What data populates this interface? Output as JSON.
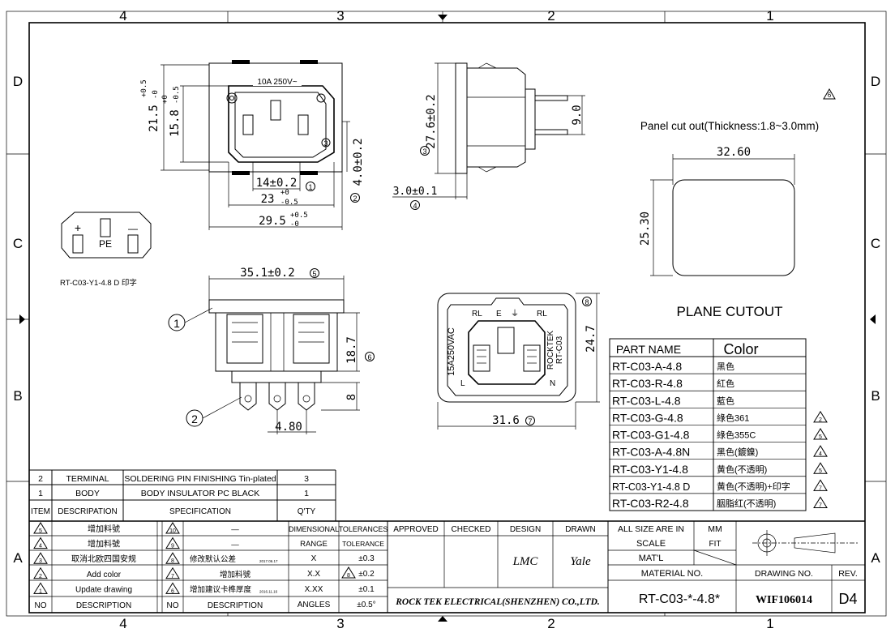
{
  "frame": {
    "top_cols": [
      "4",
      "3",
      "2",
      "1"
    ],
    "bottom_cols": [
      "4",
      "3",
      "2",
      "1"
    ],
    "left_rows": [
      "D",
      "C",
      "B",
      "A"
    ],
    "right_rows": [
      "D",
      "C",
      "B",
      "A"
    ]
  },
  "front_view": {
    "rating": "10A 250V~",
    "dims": {
      "h_outer": "21.5",
      "h_outer_tol_top": "+0.5",
      "h_outer_tol_bot": "-0",
      "h_inner": "15.8",
      "h_inner_tol_top": "+0",
      "h_inner_tol_bot": "-0.5",
      "depth": "4.0±0.2",
      "w_14": "14±0.2",
      "w_23": "23",
      "w_23_tol_top": "+0",
      "w_23_tol_bot": "-0.5",
      "w_29": "29.5",
      "w_29_tol_top": "+0.5",
      "w_29_tol_bot": "-0"
    },
    "marks": {
      "m1": "1",
      "m2": "2",
      "m3": "3"
    }
  },
  "side_view": {
    "h": "27.6±0.2",
    "w": "9.0",
    "flange": "3.0±0.1",
    "m3": "3",
    "m4": "4"
  },
  "cutout": {
    "note": "Panel cut out(Thickness:1.8~3.0mm)",
    "rev_mark": "6",
    "width": "32.60",
    "height": "25.30",
    "title": "PLANE CUTOUT"
  },
  "symbol": {
    "plus": "+",
    "minus": "—",
    "pe": "PE",
    "caption": "RT-C03-Y1-4.8 D  印字"
  },
  "bottom_view": {
    "width": "35.1±0.2",
    "height": "18.7",
    "pin": "8",
    "pitch": "4.80",
    "m1": "1",
    "m2": "2",
    "m5": "5",
    "m6": "6"
  },
  "top_view": {
    "rating": "15A250VAC",
    "brand": "ROCKTEK",
    "model": "RT-C03",
    "l": "L",
    "n": "N",
    "e": "E",
    "ul": "RL",
    "width": "31.6",
    "height": "24.7",
    "m7": "7",
    "m8": "8"
  },
  "part_table": {
    "header": [
      "PART NAME",
      "Color"
    ],
    "rows": [
      {
        "name": "RT-C03-A-4.8",
        "color": "黑色",
        "rev": ""
      },
      {
        "name": "RT-C03-R-4.8",
        "color": "紅色",
        "rev": ""
      },
      {
        "name": "RT-C03-L-4.8",
        "color": "藍色",
        "rev": ""
      },
      {
        "name": "RT-C03-G-4.8",
        "color": "綠色361",
        "rev": "2"
      },
      {
        "name": "RT-C03-G1-4.8",
        "color": "綠色355C",
        "rev": "5"
      },
      {
        "name": "RT-C03-A-4.8N",
        "color": "黑色(鍍鎳)",
        "rev": "4"
      },
      {
        "name": "RT-C03-Y1-4.8",
        "color": "黄色(不透明)",
        "rev": "5"
      },
      {
        "name": "RT-C03-Y1-4.8 D",
        "color": "黄色(不透明)+印字",
        "rev": "7"
      },
      {
        "name": "RT-C03-R2-4.8",
        "color": "胭脂红(不透明)",
        "rev": "7"
      }
    ]
  },
  "bom": {
    "rows": [
      {
        "item": "2",
        "desc": "TERMINAL",
        "spec": "SOLDERING PIN FINISHING Tin-plated",
        "qty": "3"
      },
      {
        "item": "1",
        "desc": "BODY",
        "spec": "BODY INSULATOR PC BLACK",
        "qty": "1"
      }
    ],
    "header": {
      "item": "ITEM",
      "desc": "DESCRIPATION",
      "spec": "SPECIFICATION",
      "qty": "Q'TY"
    }
  },
  "revisions": {
    "left": [
      {
        "no": "5",
        "desc": "增加料號"
      },
      {
        "no": "4",
        "desc": "增加料號"
      },
      {
        "no": "3",
        "desc": "取消北欧四国安规"
      },
      {
        "no": "2",
        "desc": "Add color"
      },
      {
        "no": "1",
        "desc": "Update drawing"
      }
    ],
    "left_header": {
      "no": "NO",
      "desc": "DESCRIPTION"
    },
    "right": [
      {
        "no": "10",
        "desc": "—",
        "date": ""
      },
      {
        "no": "9",
        "desc": "—",
        "date": ""
      },
      {
        "no": "8",
        "desc": "修改默认公差",
        "date": "2017.06.17"
      },
      {
        "no": "7",
        "desc": "增加料號",
        "date": ""
      },
      {
        "no": "6",
        "desc": "增加建议卡榫厚度",
        "date": "2016.11.16"
      }
    ],
    "right_header": {
      "no": "NO",
      "desc": "DESCRIPTION"
    }
  },
  "tolerances": {
    "h1": "DIMENSIONAL",
    "h2": "TOLERANCES",
    "range_label": "RANGE",
    "tol_label": "TOLERANCE",
    "rows": [
      {
        "range": "X",
        "tol": "±0.3",
        "mark": ""
      },
      {
        "range": "X.X",
        "tol": "±0.2",
        "mark": "8"
      },
      {
        "range": "X.XX",
        "tol": "±0.1",
        "mark": ""
      },
      {
        "range": "ANGLES",
        "tol": "±0.5°",
        "mark": ""
      }
    ]
  },
  "title_block": {
    "approved": "APPROVED",
    "checked": "CHECKED",
    "design": "DESIGN",
    "drawn": "DRAWN",
    "designer": "LMC",
    "drawer": "Yale",
    "company": "ROCK TEK ELECTRICAL(SHENZHEN) CO.,LTD.",
    "all_size": "ALL SIZE ARE IN",
    "units": "MM",
    "scale": "SCALE",
    "scale_val": "FIT",
    "matl": "MAT'L",
    "material_no": "MATERIAL NO.",
    "part_no": "RT-C03-*-4.8*",
    "drawing_no_label": "DRAWING NO.",
    "rev_label": "REV.",
    "drawing_no": "WIF106014",
    "rev": "D4"
  }
}
